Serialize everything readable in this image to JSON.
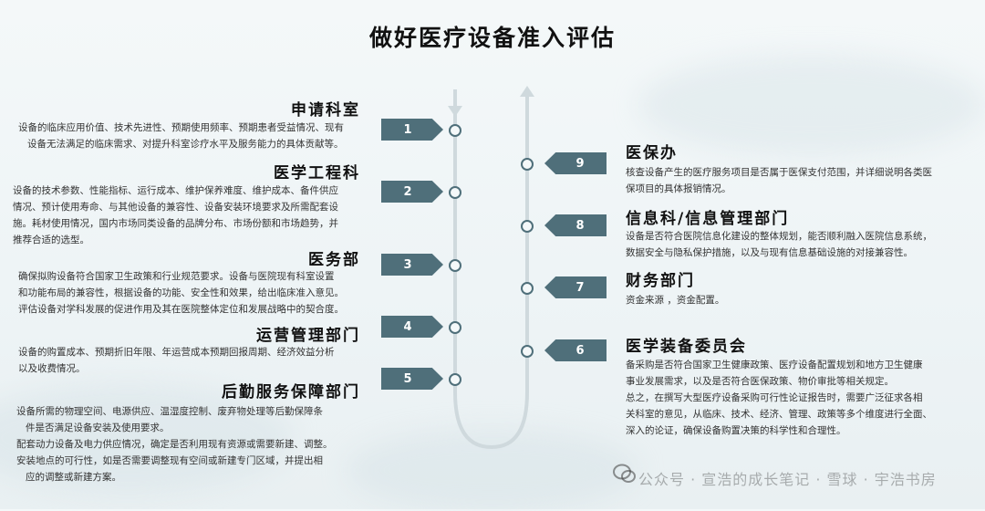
{
  "title": "做好医疗设备准入评估",
  "left_sections": [
    {
      "num": "1",
      "title": "申请科室",
      "lines": [
        "设备的临床应用价值、技术先进性、预期使用频率、预期患者受益情况、现有",
        "设备无法满足的临床需求、对提升科室诊疗水平及服务能力的具体贡献等。"
      ]
    },
    {
      "num": "2",
      "title": "医学工程科",
      "lines": [
        "设备的技术参数、性能指标、运行成本、维护保养难度、维护成本、备件供应",
        "情况、预计使用寿命、与其他设备的兼容性、设备安装环境要求及所需配套设",
        "施。耗材使用情况，国内市场同类设备的品牌分布、市场份额和市场趋势，并",
        "推荐合适的选型。"
      ]
    },
    {
      "num": "3",
      "title": "医务部",
      "lines": [
        "确保拟购设备符合国家卫生政策和行业规范要求。设备与医院现有科室设置",
        "和功能布局的兼容性，根据设备的功能、安全性和效果，给出临床准入意见。",
        "评估设备对学科发展的促进作用及其在医院整体定位和发展战略中的契合度。"
      ]
    },
    {
      "num": "4",
      "title": "运营管理部门",
      "lines": [
        "设备的购置成本、预期折旧年限、年运营成本预期回报周期、经济效益分析",
        "以及收费情况。"
      ]
    },
    {
      "num": "5",
      "title": "后勤服务保障部门",
      "lines": [
        "设备所需的物理空间、电源供应、温湿度控制、废弃物处理等后勤保障条",
        "件是否满足设备安装及使用要求。",
        "配套动力设备及电力供应情况，确定是否利用现有资源或需要新建、调整。",
        "安装地点的可行性，如是否需要调整现有空间或新建专门区域，并提出相",
        "应的调整或新建方案。"
      ]
    }
  ],
  "right_sections": [
    {
      "num": "9",
      "title": "医保办",
      "lines": [
        "核查设备产生的医疗服务项目是否属于医保支付范围，并详细说明各类医",
        "保项目的具体报销情况。"
      ]
    },
    {
      "num": "8",
      "title": "信息科/信息管理部门",
      "lines": [
        "设备是否符合医院信息化建设的整体规划，能否顺利融入医院信息系统，",
        "数据安全与隐私保护措施，以及与现有信息基础设施的对接兼容性。"
      ]
    },
    {
      "num": "7",
      "title": "财务部门",
      "lines": [
        "资金来源 ，资金配置。"
      ]
    },
    {
      "num": "6",
      "title": "医学装备委员会",
      "lines": [
        "备采购是否符合国家卫生健康政策、医疗设备配置规划和地方卫生健康",
        "事业发展需求，以及是否符合医保政策、物价审批等相关规定。",
        "总之，在撰写大型医疗设备采购可行性论证报告时，需要广泛征求各相",
        "关科室的意见，从临床、技术、经济、管理、政策等多个维度进行全面、",
        "深入的论证，确保设备购置决策的科学性和合理性。"
      ]
    }
  ],
  "watermark": "公众号 · 宣浩的成长笔记 · 雪球 · 宇浩书房",
  "colors": {
    "accent": "#4f6f7a",
    "line": "#cfd9dd"
  }
}
